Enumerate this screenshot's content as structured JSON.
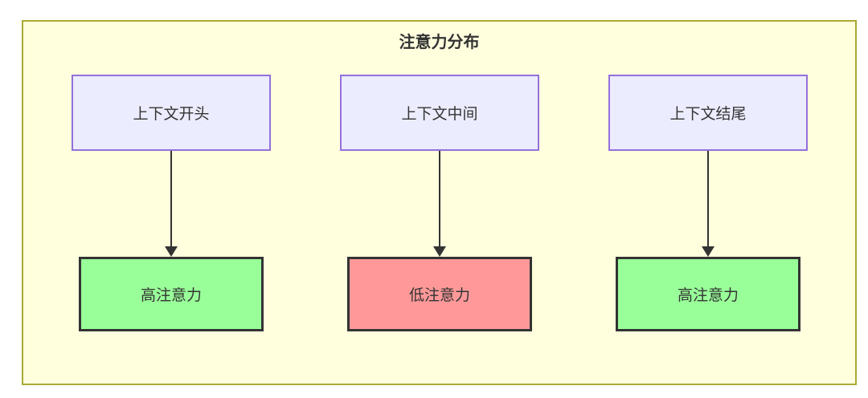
{
  "diagram": {
    "title": "注意力分布",
    "columns": [
      {
        "source": "上下文开头",
        "target": "高注意力",
        "level": "high"
      },
      {
        "source": "上下文中间",
        "target": "低注意力",
        "level": "low"
      },
      {
        "source": "上下文结尾",
        "target": "高注意力",
        "level": "high"
      }
    ],
    "colors": {
      "container_fill": "#ffffde",
      "container_border": "#aaaa33",
      "source_fill": "#ececff",
      "source_border": "#9370db",
      "high_attention_fill": "#99ff99",
      "low_attention_fill": "#ff9999",
      "node_border": "#333333",
      "arrow": "#333333",
      "text": "#333333"
    }
  }
}
